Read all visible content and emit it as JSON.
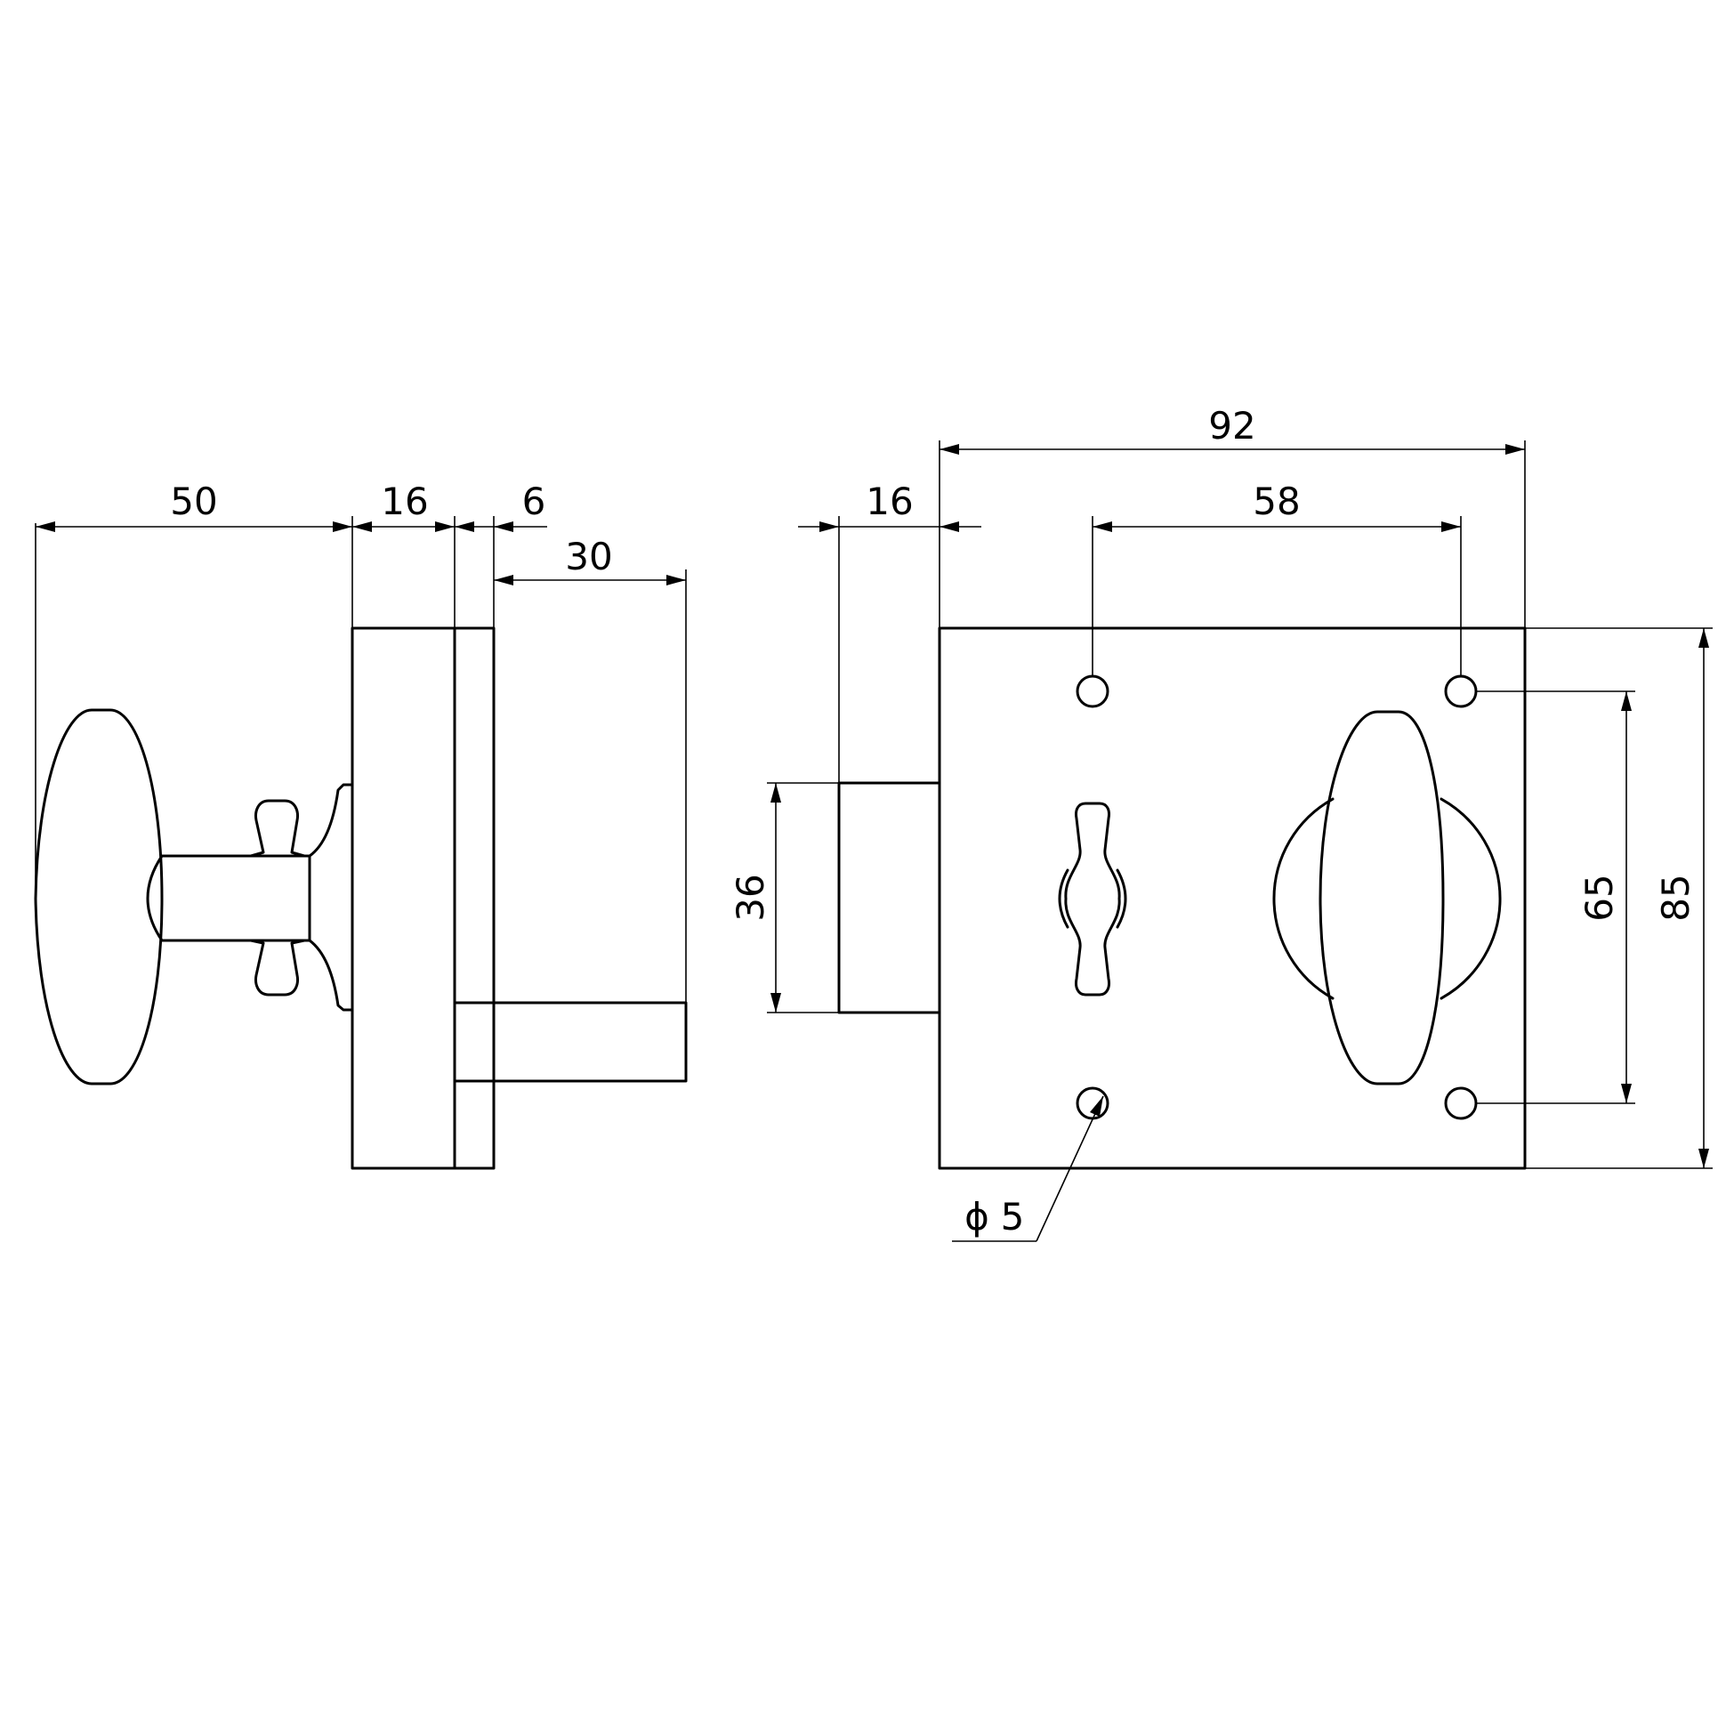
{
  "dimensions": {
    "side_knob_depth": "50",
    "side_rose_depth": "16",
    "side_plate_thickness": "6",
    "side_bolt_throw": "30",
    "front_bolt_offset": "16",
    "front_plate_width": "92",
    "front_hole_spacing_x": "58",
    "front_bolt_height": "36",
    "front_hole_spacing_y": "65",
    "front_plate_height": "85",
    "hole_diameter": "5"
  },
  "symbols": {
    "diameter": "ϕ"
  },
  "colors": {
    "line": "#000000",
    "background": "#ffffff"
  }
}
